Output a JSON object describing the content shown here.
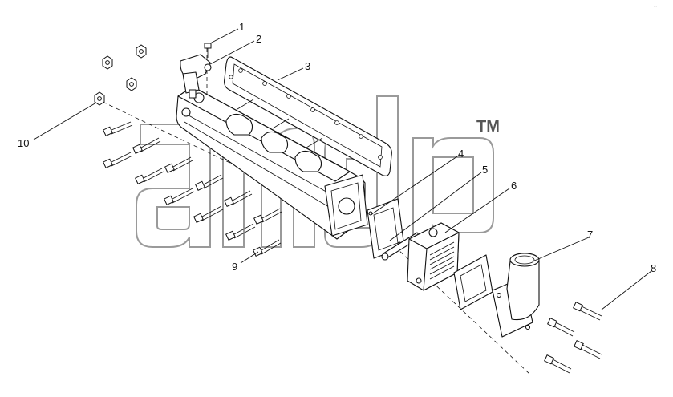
{
  "watermark": {
    "letters": "amdp",
    "trademark": "TM"
  },
  "corner_mark": "…",
  "callouts": [
    {
      "id": 1,
      "label": "1"
    },
    {
      "id": 2,
      "label": "2"
    },
    {
      "id": 3,
      "label": "3"
    },
    {
      "id": 4,
      "label": "4"
    },
    {
      "id": 5,
      "label": "5"
    },
    {
      "id": 6,
      "label": "6"
    },
    {
      "id": 7,
      "label": "7"
    },
    {
      "id": 8,
      "label": "8"
    },
    {
      "id": 9,
      "label": "9"
    },
    {
      "id": 10,
      "label": "10"
    }
  ],
  "parts": [
    {
      "callout": "1",
      "kind": "screw"
    },
    {
      "callout": "2",
      "kind": "bracket-sensor"
    },
    {
      "callout": "3",
      "kind": "manifold-gasket"
    },
    {
      "callout": "4",
      "kind": "flange-gasket"
    },
    {
      "callout": "5",
      "kind": "rear-gasket"
    },
    {
      "callout": "6",
      "kind": "thermostat-housing"
    },
    {
      "callout": "7",
      "kind": "elbow-outlet"
    },
    {
      "callout": "8",
      "kind": "flange-bolts"
    },
    {
      "callout": "9",
      "kind": "manifold-bolts"
    },
    {
      "callout": "10",
      "kind": "nuts"
    }
  ]
}
